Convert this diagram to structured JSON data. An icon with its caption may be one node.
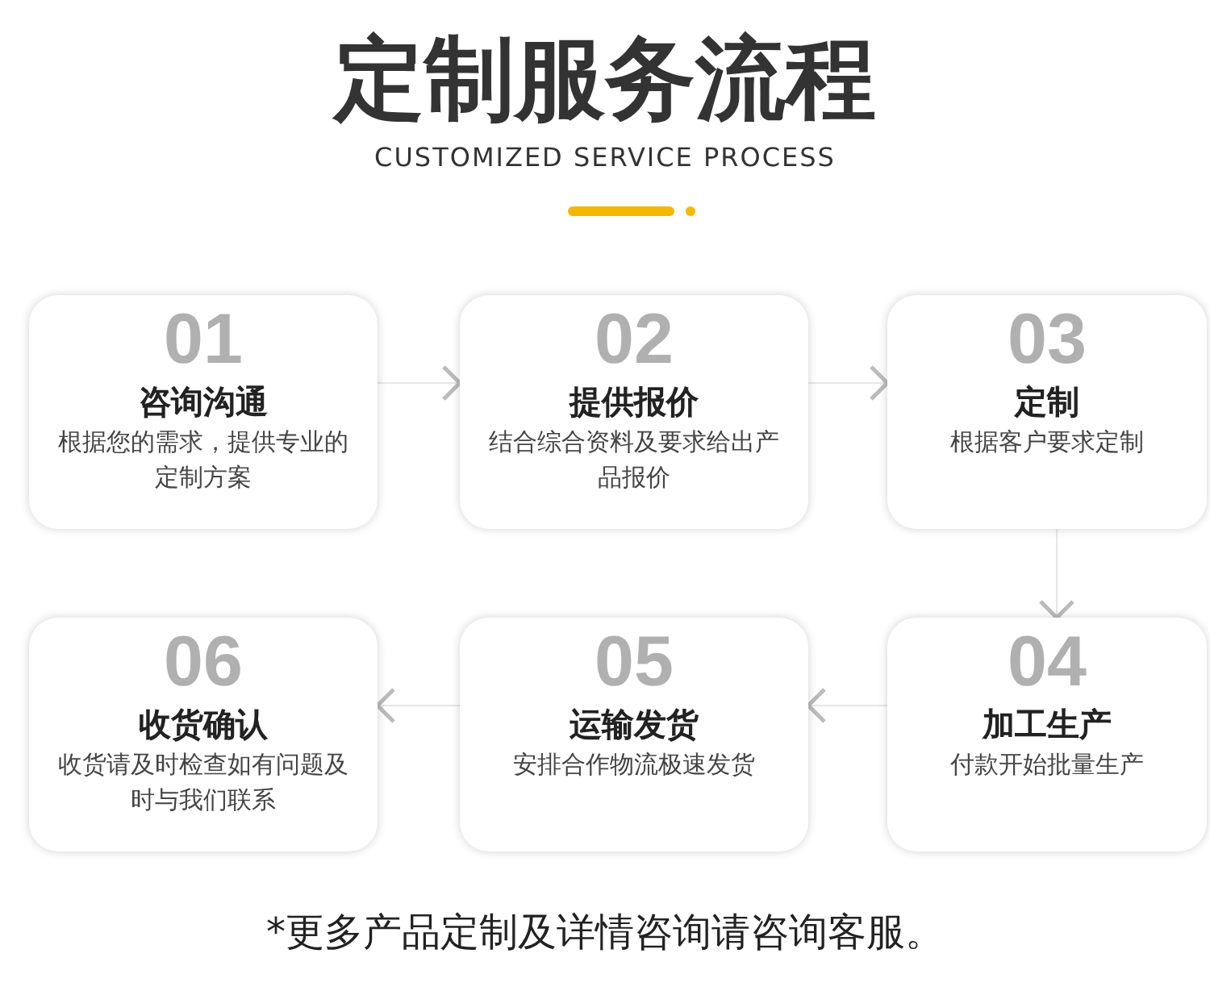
{
  "diagram": {
    "title": "定制服务流程",
    "nodes": [
      {
        "text": [
          "01",
          "咨询沟通",
          "根据您的需求，提供专业的定制方案"
        ]
      },
      {
        "text": [
          "02",
          "提供报价",
          "结合综合资料及要求给出产品报价"
        ]
      },
      {
        "text": [
          "03",
          "定制",
          "根据客户要求定制"
        ]
      },
      {
        "text": [
          "04",
          "加工生产",
          "付款开始批量生产"
        ]
      },
      {
        "text": [
          "05",
          "运输发货",
          "安排合作物流极速发货"
        ]
      },
      {
        "text": [
          "06",
          "收货确认",
          "收货请及时检查如有问题及时与我们联系"
        ]
      }
    ],
    "edges": [
      {
        "from": 0,
        "to": 1,
        "arrow": "to"
      },
      {
        "from": 1,
        "to": 2,
        "arrow": "to"
      },
      {
        "from": 2,
        "to": 3,
        "arrow": "to"
      },
      {
        "from": 3,
        "to": 4,
        "arrow": "to"
      },
      {
        "from": 4,
        "to": 5,
        "arrow": "to"
      }
    ],
    "labels": [
      "CUSTOMIZED SERVICE PROCESS",
      "*更多产品定制及详情咨询请咨询客服。"
    ]
  }
}
